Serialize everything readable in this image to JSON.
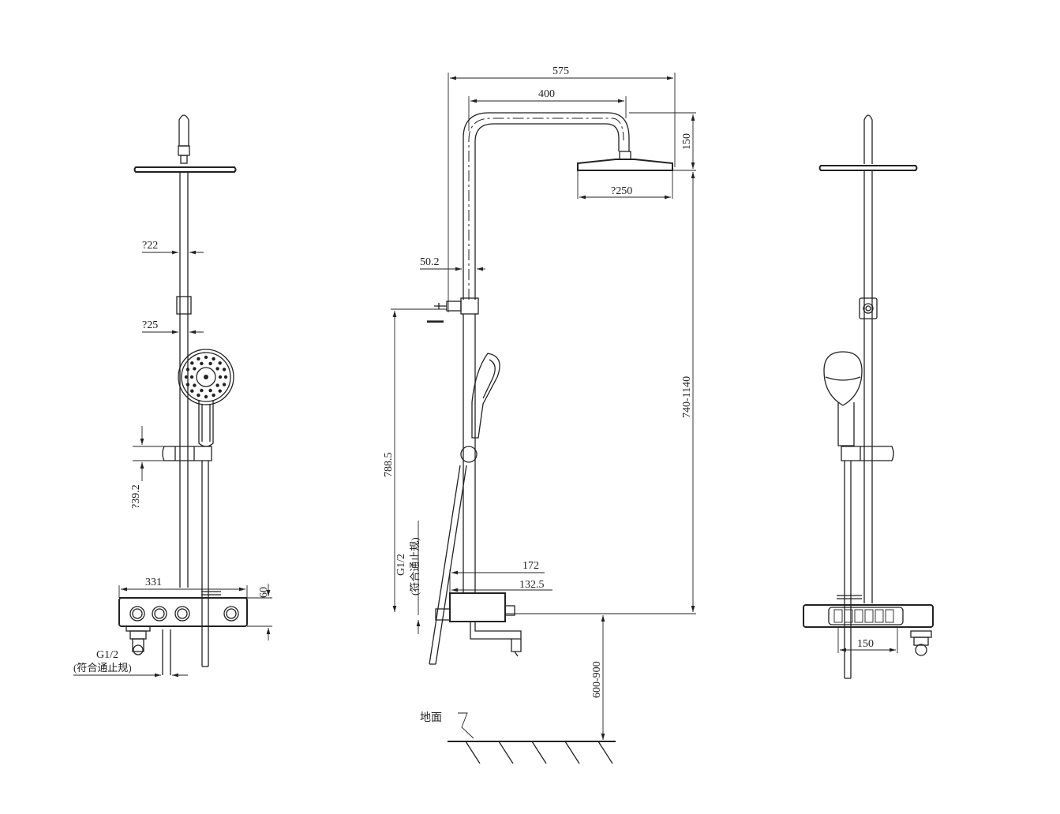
{
  "dimensions": {
    "overall_width": "575",
    "arm_length": "400",
    "head_height": "150",
    "head_diameter": "?250",
    "pipe_offset": "50.2",
    "height_range": "740-1140",
    "mount_height": "788.5",
    "bar_diameter_upper": "?22",
    "bar_diameter_lower": "?25",
    "holder_spacing": "?39.2",
    "panel_width": "331",
    "panel_height": "60",
    "panel_depth": "172",
    "spout_depth": "132.5",
    "install_height": "600-900",
    "bracket_width": "150"
  },
  "labels": {
    "thread_spec": "G1/2",
    "standard_note": "(符合通止规)",
    "ground": "地面"
  },
  "colors": {
    "line": "#222222",
    "background": "#ffffff"
  }
}
